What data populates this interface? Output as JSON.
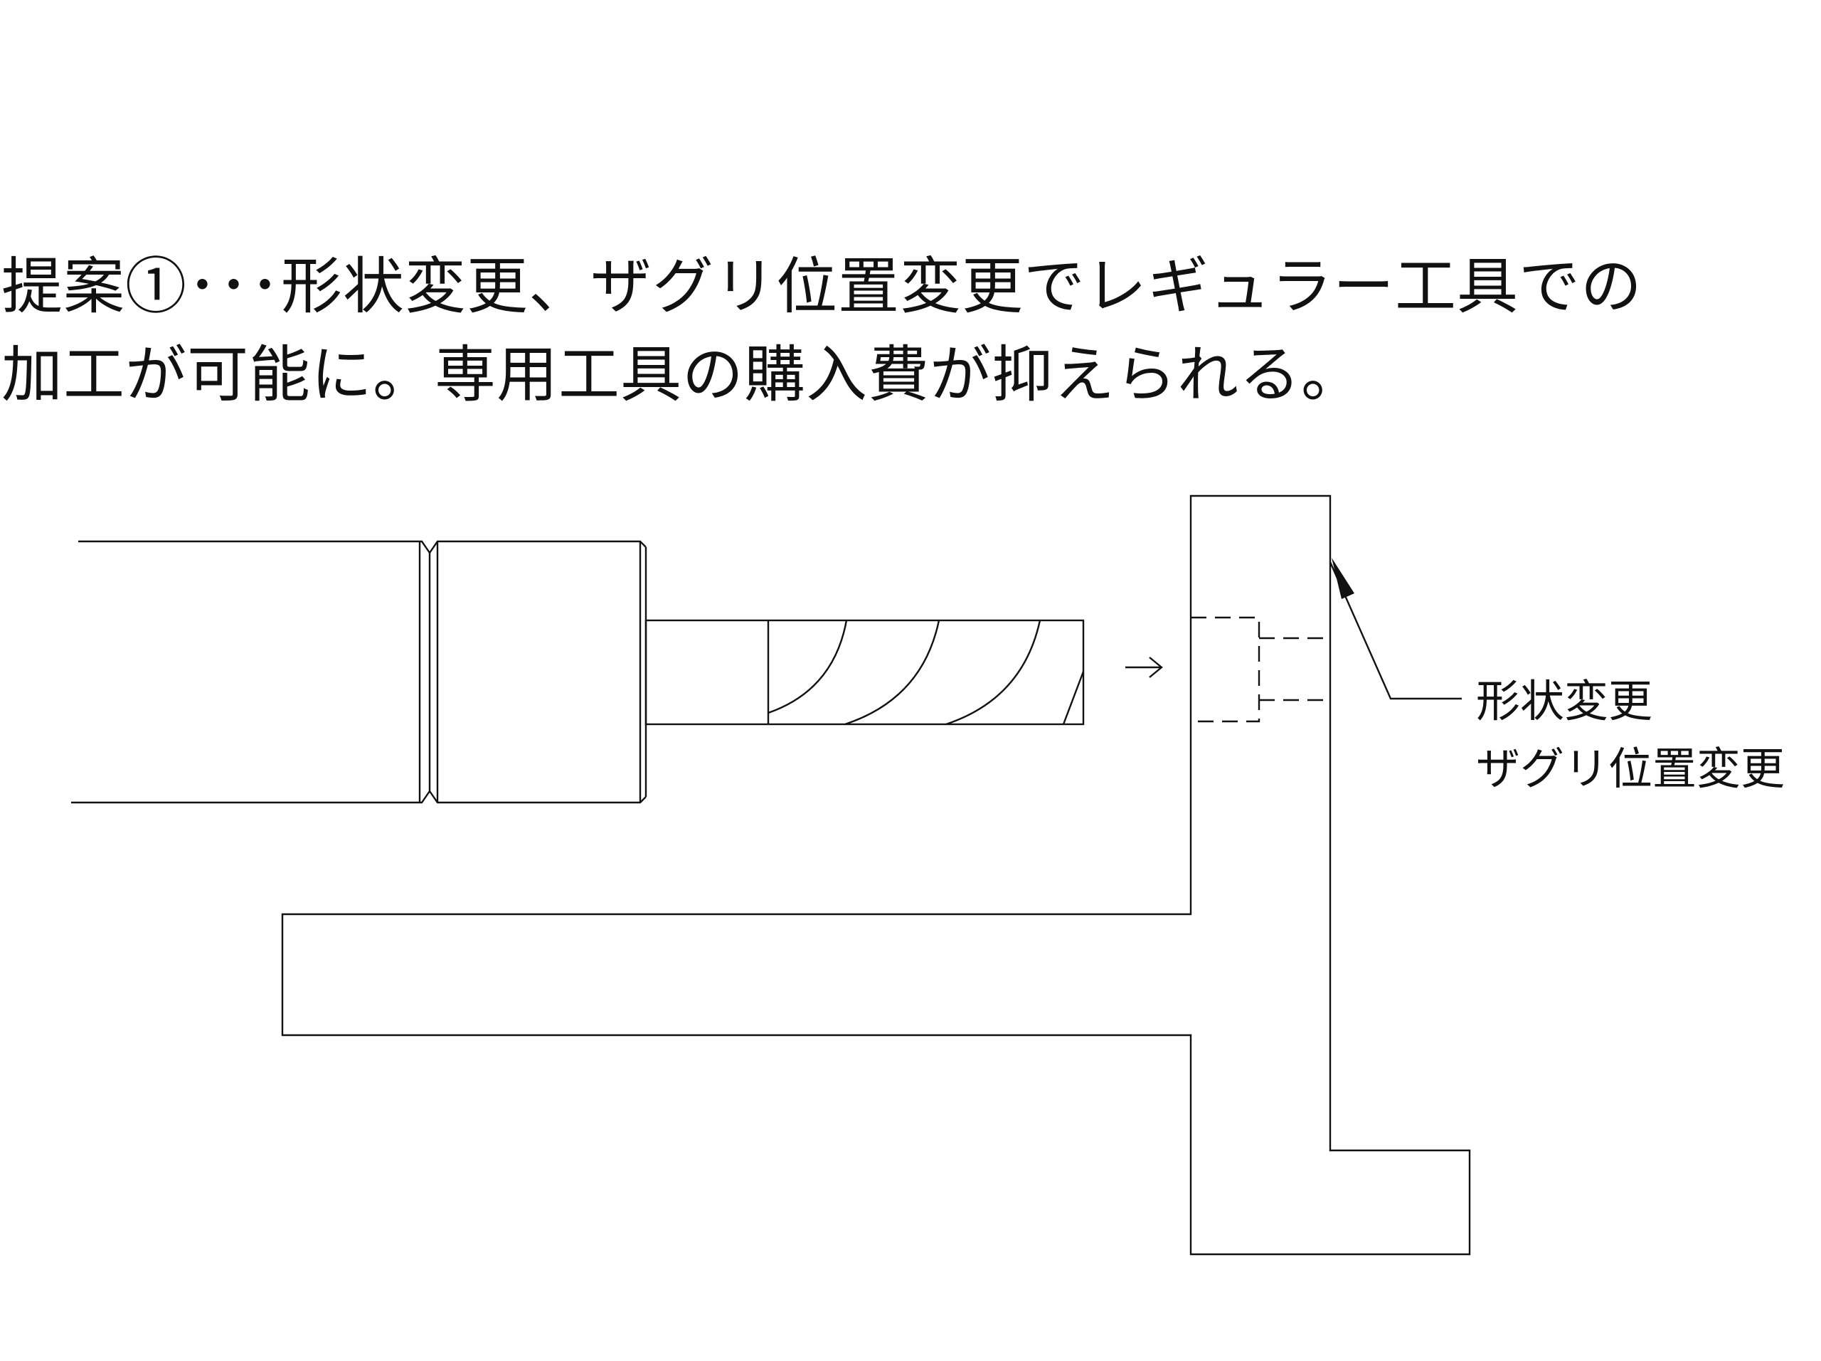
{
  "heading": {
    "line1": "提案①･･･形状変更、ザグリ位置変更でレギュラー工具での",
    "line2": "加工が可能に。専用工具の購入費が抑えられる。"
  },
  "callout": {
    "line1": "形状変更",
    "line2": "ザグリ位置変更"
  },
  "colors": {
    "line": "#111111",
    "background": "#ffffff"
  }
}
